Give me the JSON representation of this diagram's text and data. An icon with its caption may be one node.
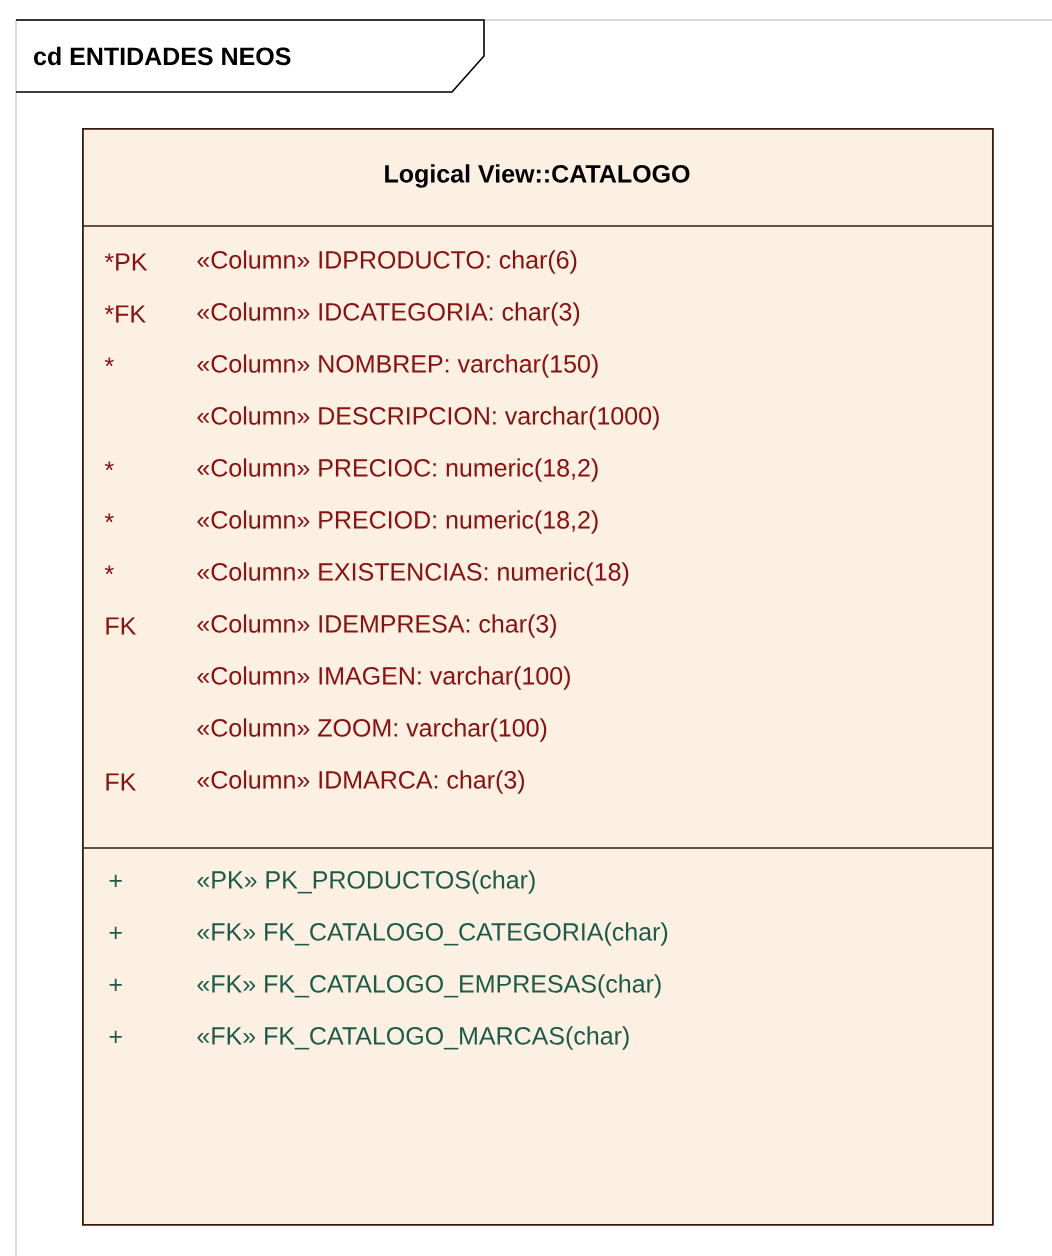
{
  "diagram": {
    "title": "cd ENTIDADES NEOS",
    "nodes": [
      {
        "text": [
          "Logical View::CATALOGO",
          "*PK",
          "«Column» IDPRODUCTO: char(6)",
          "*FK",
          "«Column» IDCATEGORIA: char(3)",
          "*",
          "«Column» NOMBREP: varchar(150)",
          "«Column» DESCRIPCION: varchar(1000)",
          "*",
          "«Column» PRECIOC: numeric(18,2)",
          "*",
          "«Column» PRECIOD: numeric(18,2)",
          "*",
          "«Column» EXISTENCIAS: numeric(18)",
          "FK",
          "«Column» IDEMPRESA: char(3)",
          "«Column» IMAGEN: varchar(100)",
          "«Column» ZOOM: varchar(100)",
          "FK",
          "«Column» IDMARCA: char(3)",
          "+",
          "«PK» PK_PRODUCTOS(char)",
          "+",
          "«FK» FK_CATALOGO_CATEGORIA(char)",
          "+",
          "«FK» FK_CATALOGO_EMPRESAS(char)",
          "+",
          "«FK» FK_CATALOGO_MARCAS(char)"
        ]
      }
    ],
    "edges": []
  }
}
